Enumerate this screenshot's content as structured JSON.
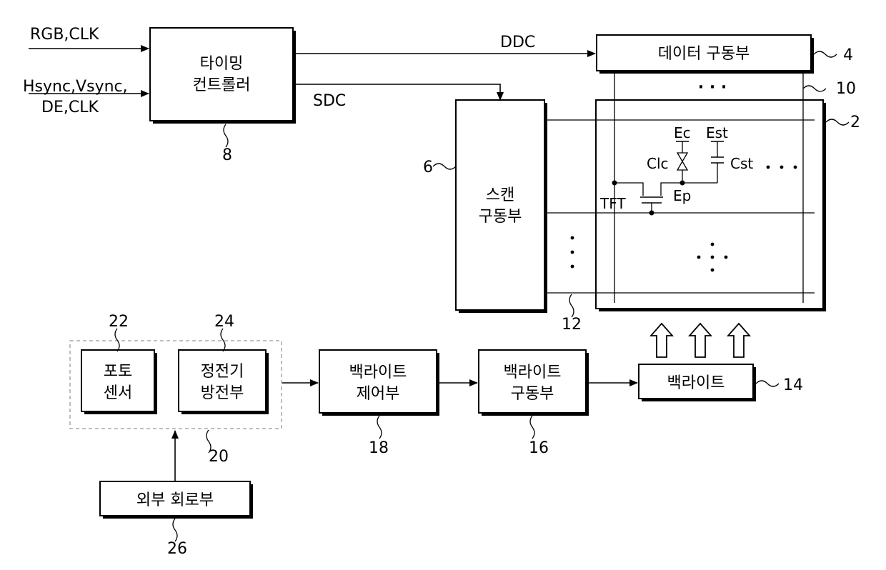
{
  "inputs": {
    "rgb_clk": "RGB,CLK",
    "hsync_vsync": "Hsync,Vsync,",
    "de_clk": "DE,CLK"
  },
  "timing_controller": {
    "line1": "타이밍",
    "line2": "컨트롤러",
    "ref": "8"
  },
  "signals": {
    "ddc": "DDC",
    "sdc": "SDC"
  },
  "data_driver": {
    "label": "데이터 구동부",
    "ref": "4",
    "dots": "· · ·"
  },
  "scan_driver": {
    "line1": "스캔",
    "line2": "구동부",
    "ref": "6"
  },
  "panel": {
    "ref": "2",
    "data_line_ref": "10",
    "gate_line_ref": "12"
  },
  "pixel": {
    "ec": "Ec",
    "est": "Est",
    "clc": "Clc",
    "cst": "Cst",
    "tft": "TFT",
    "ep": "Ep"
  },
  "sensor_module": {
    "ref": "20"
  },
  "photo_sensor": {
    "line1": "포토",
    "line2": "센서",
    "ref": "22"
  },
  "esd": {
    "line1": "정전기",
    "line2": "방전부",
    "ref": "24"
  },
  "backlight_controller": {
    "line1": "백라이트",
    "line2": "제어부",
    "ref": "18"
  },
  "backlight_driver": {
    "line1": "백라이트",
    "line2": "구동부",
    "ref": "16"
  },
  "backlight": {
    "label": "백라이트",
    "ref": "14"
  },
  "external_circuit": {
    "label": "외부 회로부",
    "ref": "26"
  }
}
